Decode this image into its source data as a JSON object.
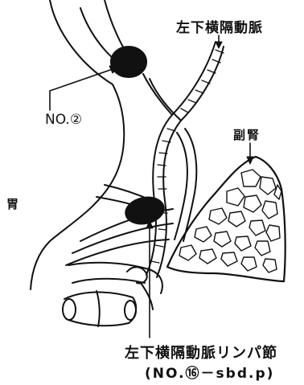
{
  "labels": {
    "artery": "左下横隔動脈",
    "no2": "NO.②",
    "adrenal": "副腎",
    "stomach": "胃",
    "node_name": "左下横隔動脈リンパ節",
    "node_code": "(NO.⑯－sbd.p)"
  },
  "colors": {
    "ink": "#111111",
    "paper": "#ffffff"
  }
}
